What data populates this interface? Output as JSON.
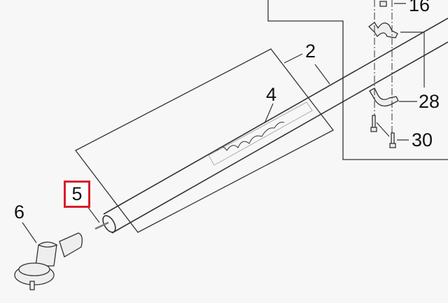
{
  "diagram": {
    "part_labels": {
      "p16": "16",
      "p2": "2",
      "p4": "4",
      "p28": "28",
      "p30": "30",
      "p5": "5",
      "p6": "6"
    },
    "highlight_color": "#d81e2a"
  }
}
